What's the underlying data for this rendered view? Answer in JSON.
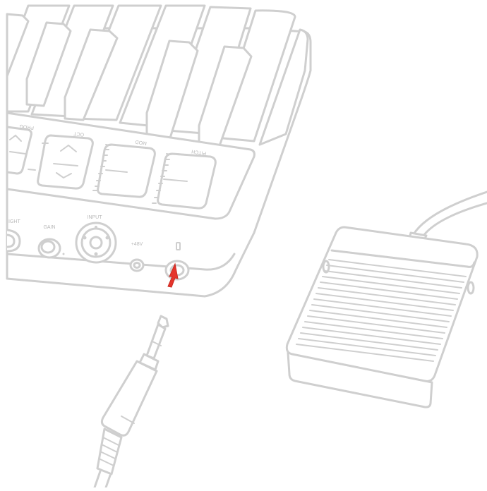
{
  "panel": {
    "prog_label": "PROG",
    "oct_label": "OCT",
    "mod_label": "MOD",
    "pitch_label": "PITCH"
  },
  "rear_panel": {
    "right_label": "IGHT",
    "gain_label": "GAIN",
    "input_label": "INPUT",
    "phantom_label": "+48V",
    "sustain_icon": "sustain-pedal-icon"
  },
  "colors": {
    "outline": "#cfcfcf",
    "arrow": "#e5342b",
    "label": "#b9b9b9"
  }
}
